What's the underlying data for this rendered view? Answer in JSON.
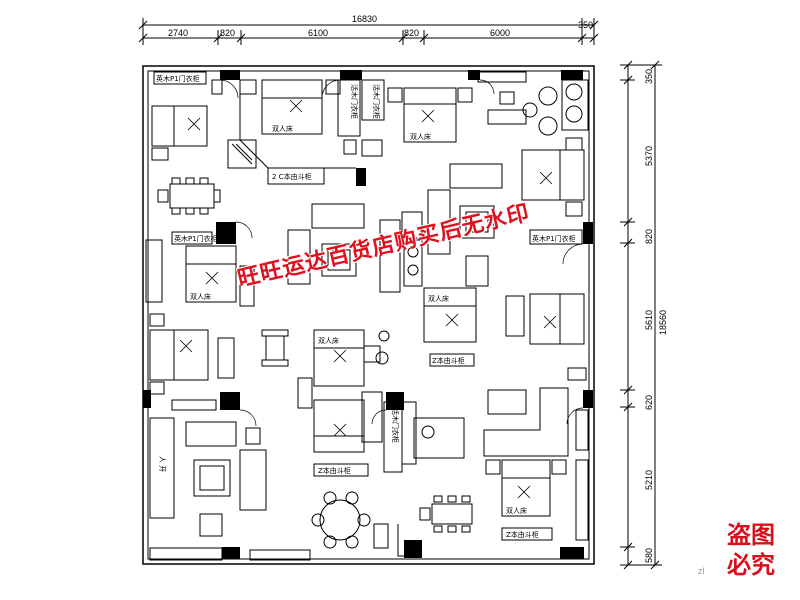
{
  "dimensions": {
    "top_total": "16830",
    "top_segments": [
      "2740",
      "820",
      "6100",
      "820",
      "6000",
      "350"
    ],
    "right_total": "18560",
    "right_segments": [
      "350",
      "5370",
      "820",
      "5610",
      "620",
      "5210",
      "580"
    ]
  },
  "room_labels": {
    "closet_1": "英木P1门衣柜",
    "closet_2": "英木P1门衣柜",
    "closet_3": "英木P1门衣柜",
    "tv_cabinet_1": "2 C本由斗柜",
    "tv_cabinet_2": "Z本由斗柜",
    "tv_cabinet_3": "Z本由斗柜",
    "tv_cabinet_4": "Z本由斗柜",
    "wardrobe_v1": "活木门衣柜",
    "wardrobe_v2": "活木门衣柜",
    "wardrobe_v3": "活木门衣柜",
    "study": "人  开",
    "bed_note": "双人床"
  },
  "watermark": "旺旺运达百货店购买后无水印",
  "stamp": [
    "盗图",
    "必究"
  ],
  "corner_text": "zl"
}
